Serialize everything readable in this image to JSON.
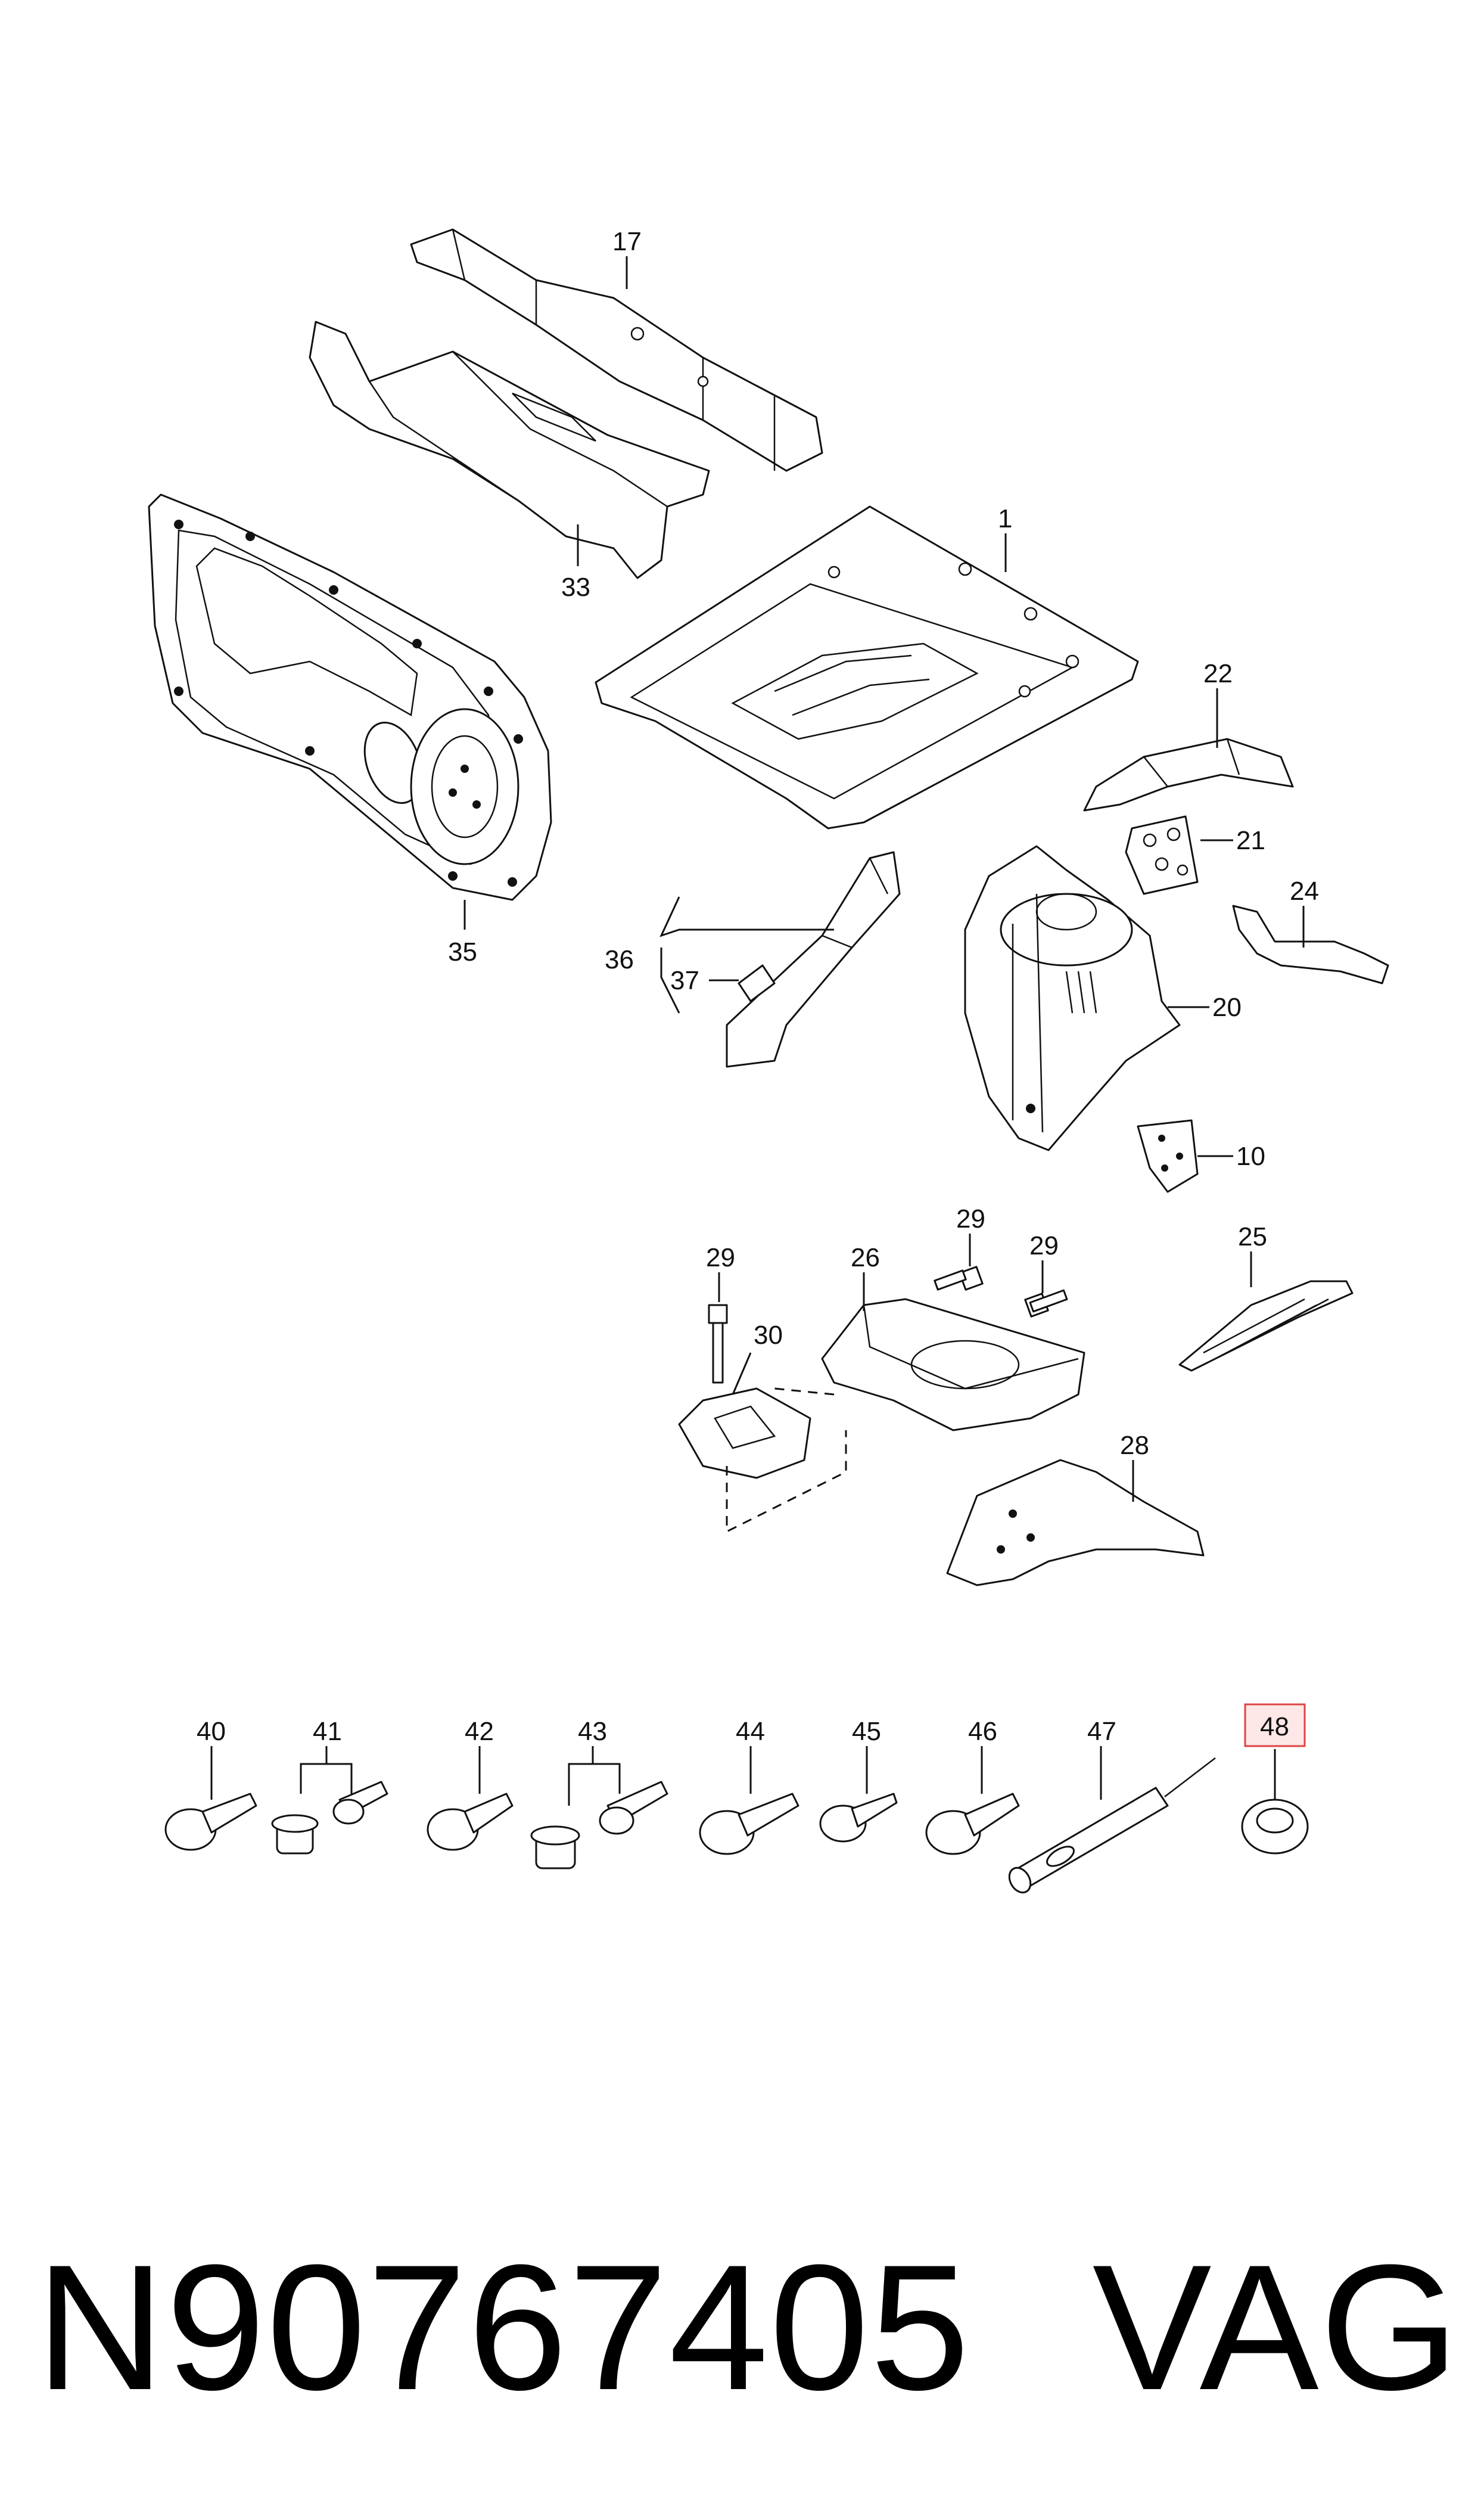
{
  "callouts": [
    "1",
    "10",
    "17",
    "20",
    "21",
    "22",
    "24",
    "25",
    "26",
    "28",
    "29",
    "29",
    "29",
    "30",
    "33",
    "35",
    "36",
    "37",
    "40",
    "41",
    "42",
    "43",
    "44",
    "45",
    "46",
    "47",
    "48"
  ],
  "highlighted_callout": "48",
  "highlight_color": "#d44444",
  "footer": {
    "part_number": "N90767405",
    "brand": "VAG"
  }
}
